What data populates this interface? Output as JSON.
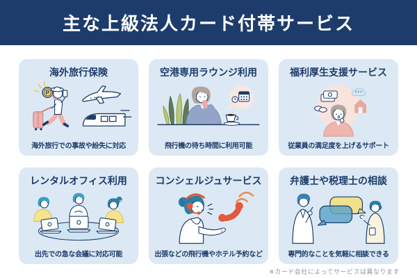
{
  "header": {
    "title": "主な上級法人カード付帯サービス"
  },
  "cards": [
    {
      "title": "海外旅行保険",
      "caption": "海外旅行での事故や紛失に対応",
      "illustration": "traveler-plane-train"
    },
    {
      "title": "空港専用ラウンジ利用",
      "caption": "飛行機の待ち時間に利用可能",
      "illustration": "woman-coffee-lounge"
    },
    {
      "title": "福利厚生支援サービス",
      "caption": "従業員の満足度を上げるサポート",
      "illustration": "woman-thinking-benefit-icons"
    },
    {
      "title": "レンタルオフィス利用",
      "caption": "出先での急な会議に対応可能",
      "illustration": "three-people-meeting-laptops"
    },
    {
      "title": "コンシェルジュサービス",
      "caption": "出張などの飛行機やホテル予約など",
      "illustration": "operator-headset-phone"
    },
    {
      "title": "弁護士や税理士の相談",
      "caption": "専門的なことを気軽に相談できる",
      "illustration": "two-people-speech-bubbles"
    }
  ],
  "footnote": "※カード会社によってサービスは異なります",
  "colors": {
    "header_bg": "#1d3c6b",
    "card_bg": "#dce9f4",
    "text_navy": "#1d3c6b",
    "accent_pink": "#f1b0ac",
    "accent_yellow": "#f3cf5e",
    "accent_teal": "#2e7fa5",
    "accent_red": "#e2593c",
    "footnote_gray": "#8b95a1"
  }
}
